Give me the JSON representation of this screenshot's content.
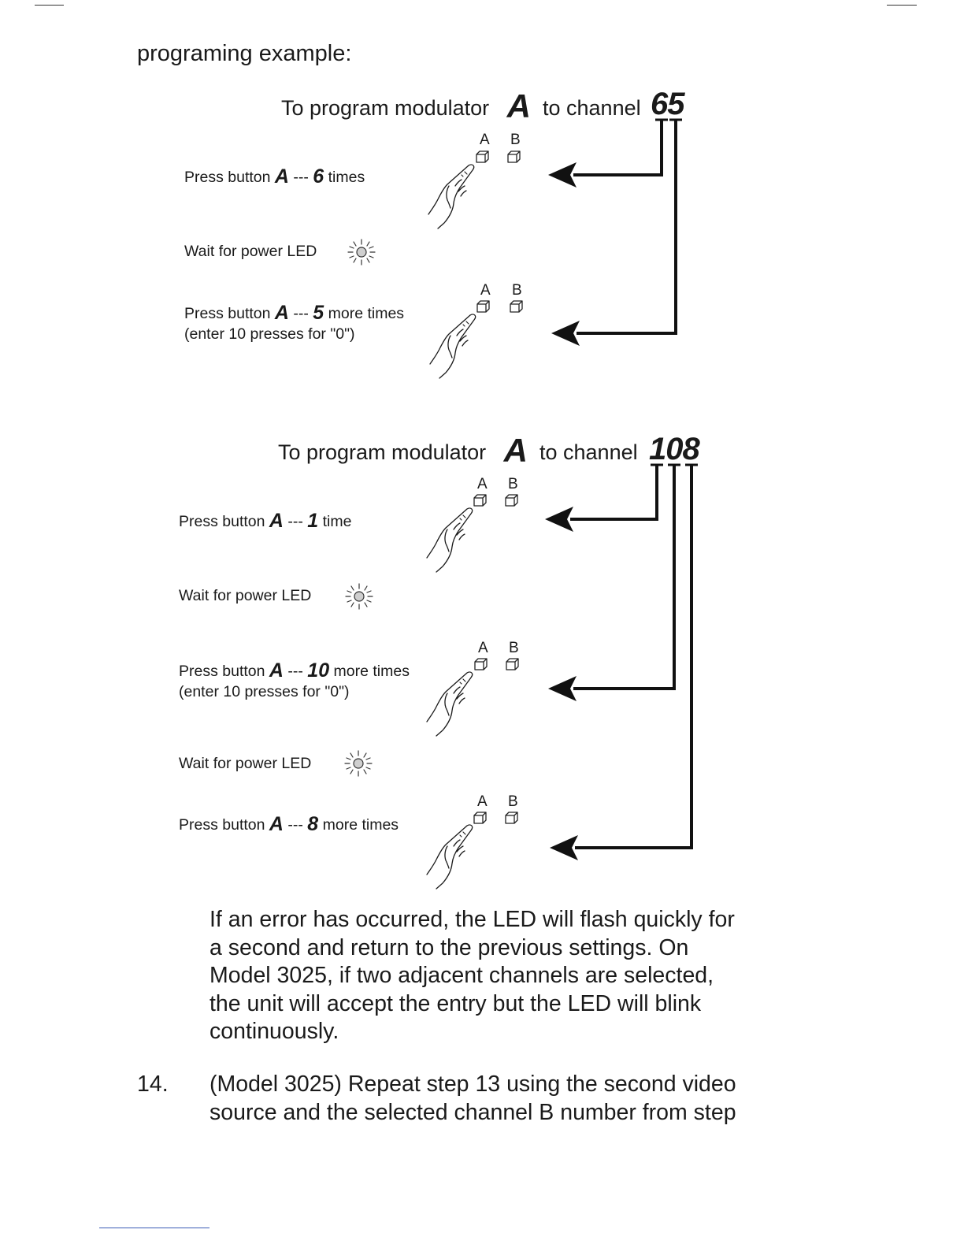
{
  "heading": "programing example:",
  "example1": {
    "title_prefix": "To program modulator",
    "modulator": "A",
    "title_mid": "to channel",
    "channel": "65",
    "steps": [
      {
        "type": "press",
        "prefix": "Press button",
        "button": "A",
        "sep": "---",
        "count": "6",
        "suffix": "times",
        "note": ""
      },
      {
        "type": "wait",
        "text": "Wait for power LED"
      },
      {
        "type": "press",
        "prefix": "Press button",
        "button": "A",
        "sep": "---",
        "count": "5",
        "suffix": "more times",
        "note": "(enter 10 presses for \"0\")"
      }
    ]
  },
  "example2": {
    "title_prefix": "To program modulator",
    "modulator": "A",
    "title_mid": "to channel",
    "channel": "108",
    "steps": [
      {
        "type": "press",
        "prefix": "Press button",
        "button": "A",
        "sep": "---",
        "count": "1",
        "suffix": "time",
        "note": ""
      },
      {
        "type": "wait",
        "text": "Wait for power LED"
      },
      {
        "type": "press",
        "prefix": "Press button",
        "button": "A",
        "sep": "---",
        "count": "10",
        "suffix": "more times",
        "note": "(enter 10 presses for \"0\")"
      },
      {
        "type": "wait",
        "text": "Wait for power LED"
      },
      {
        "type": "press",
        "prefix": "Press button",
        "button": "A",
        "sep": "---",
        "count": "8",
        "suffix": "more times",
        "note": ""
      }
    ]
  },
  "button_labels": {
    "a": "A",
    "b": "B"
  },
  "icons": {
    "press": "hand-pressing-button-icon",
    "led": "blinking-led-icon",
    "buttons": "button-pair-icon"
  },
  "error_paragraph": {
    "lines": [
      "If an error has occurred, the LED will flash quickly for",
      "a second and return to the previous settings. On",
      "Model 3025, if two adjacent channels are selected,",
      "the unit will accept the entry but the LED will blink",
      "continuously."
    ]
  },
  "step14": {
    "number": "14.",
    "lines": [
      "(Model 3025) Repeat step 13 using the second video",
      "source and the selected channel B number from step"
    ]
  }
}
